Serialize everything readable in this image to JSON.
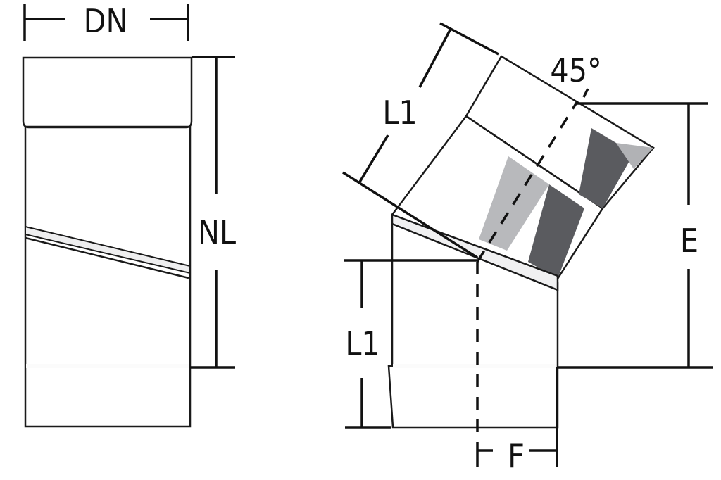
{
  "diagram": {
    "subject": "45° adjustable pipe elbow — technical dimension drawing",
    "colors": {
      "background": "#ffffff",
      "line": "#111111",
      "metal_light": "#d6d7d9",
      "metal_mid": "#b3b4b7",
      "metal_dark": "#56575b",
      "highlight": "#f4f4f4"
    },
    "straight_pipe": {
      "labels": {
        "diameter": "DN",
        "nominal_length": "NL"
      }
    },
    "elbow": {
      "labels": {
        "angle": "45°",
        "upper_segment_length": "L1",
        "lower_segment_length": "L1",
        "height": "E",
        "offset": "F"
      }
    }
  }
}
